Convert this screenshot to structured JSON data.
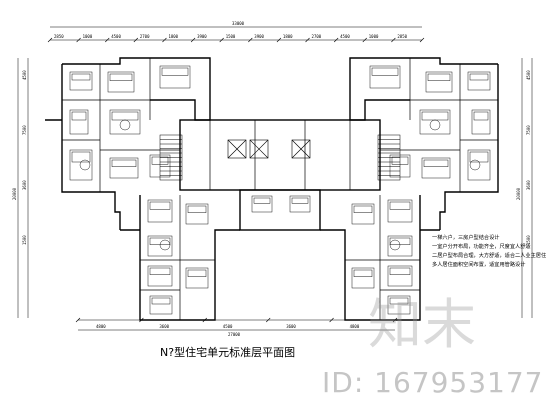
{
  "title": "N?型住宅单元标准层平面图",
  "notes": [
    "一梯六户，三房户型结合设计",
    "一室户分开布局，功能齐全，尺度宜人舒适",
    "二居户型布局合理，大方舒适，适合二人业主居住",
    "多人居住面积空间布置，适宜用管路设计"
  ],
  "dimensions": {
    "top_total": "33000",
    "top_parts": [
      "2850",
      "1000",
      "4500",
      "2700",
      "1800",
      "3900",
      "1500",
      "3900",
      "1800",
      "2700",
      "4500",
      "1000",
      "2850"
    ],
    "bottom_total": "27000",
    "bottom_parts": [
      "4800",
      "3600",
      "4500",
      "3600",
      "4800"
    ],
    "left": [
      "4500",
      "7500",
      "3600",
      "1500"
    ],
    "left_total": "20000",
    "right": [
      "4500",
      "7500",
      "3600",
      "1500"
    ],
    "right_total": "20000"
  },
  "watermark": {
    "logo": "知末",
    "id": "ID: 167953177"
  },
  "colors": {
    "line": "#000000",
    "background": "#ffffff",
    "watermark": "#999999"
  }
}
